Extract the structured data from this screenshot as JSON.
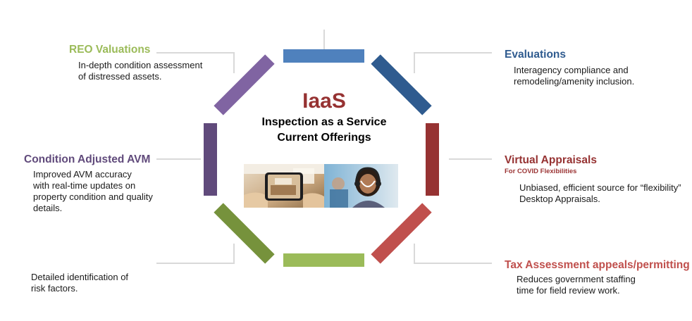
{
  "center": {
    "title": "IaaS",
    "subtitle_line1": "Inspection  as a Service",
    "subtitle_line2": "Current Offerings"
  },
  "offerings": {
    "reo": {
      "title": "REO Valuations",
      "lines": [
        "In-depth condition assessment",
        "of distressed assets."
      ],
      "color": "#9bbb59"
    },
    "cavm": {
      "title": "Condition Adjusted AVM",
      "lines": [
        "Improved AVM accuracy",
        "with real-time updates on",
        "property condition and quality",
        "details."
      ],
      "color": "#604a7b"
    },
    "risk": {
      "lines": [
        "Detailed identification of",
        "risk factors."
      ]
    },
    "eval": {
      "title": "Evaluations",
      "lines": [
        "Interagency compliance and",
        "remodeling/amenity inclusion."
      ],
      "color": "#2f5b8f"
    },
    "virtual": {
      "title": "Virtual Appraisals",
      "subtitle": "For COVID Flexibilities",
      "lines": [
        "Unbiased, efficient source for “flexibility”",
        "Desktop Appraisals."
      ],
      "color": "#963232"
    },
    "tax": {
      "title": "Tax Assessment appeals/permitting",
      "lines": [
        "Reduces government staffing",
        "time for field review work."
      ],
      "color": "#c0504d"
    }
  },
  "octagon": {
    "colors": {
      "top": "#4f81bd",
      "top_right": "#2f5b8f",
      "right": "#963232",
      "bottom_right": "#c0504d",
      "bottom": "#9bbb59",
      "bottom_left": "#76923c",
      "left": "#604a7b",
      "top_left": "#8064a2"
    }
  },
  "images": {
    "left_photo": "phone-camera-room-photo",
    "right_photo": "headset-agent-photo"
  }
}
